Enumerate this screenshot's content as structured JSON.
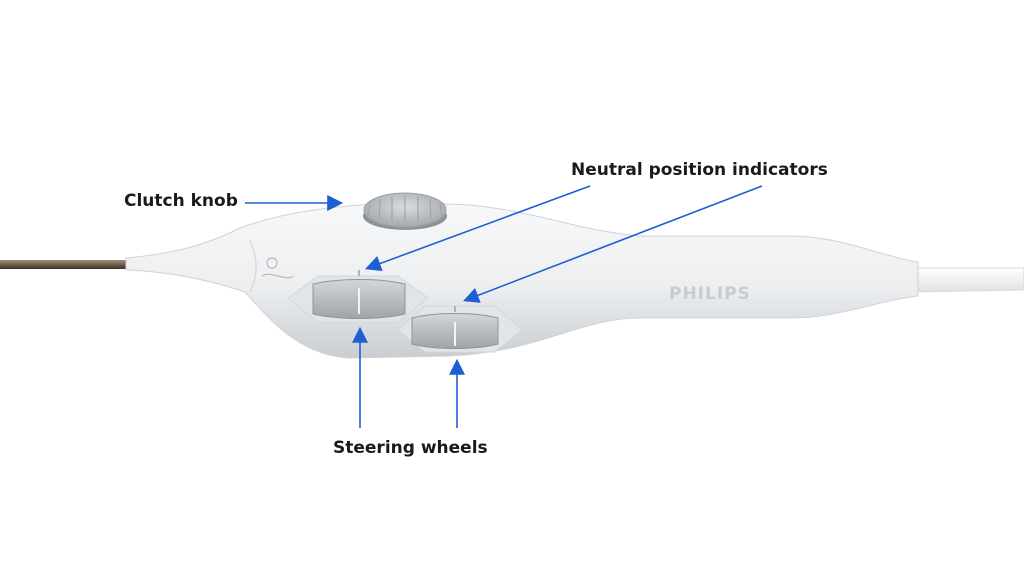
{
  "labels": {
    "clutch_knob": "Clutch knob",
    "neutral_position_indicators": "Neutral position indicators",
    "steering_wheels": "Steering wheels"
  },
  "brand_text": "PHILIPS",
  "colors": {
    "arrow": "#1f5fd6",
    "handle_body": "#eceef0",
    "handle_shadow": "#c9cdd1",
    "wheel": "#b9bdc1",
    "label": "#1a1a1a",
    "brand": "#c8ccd0"
  }
}
